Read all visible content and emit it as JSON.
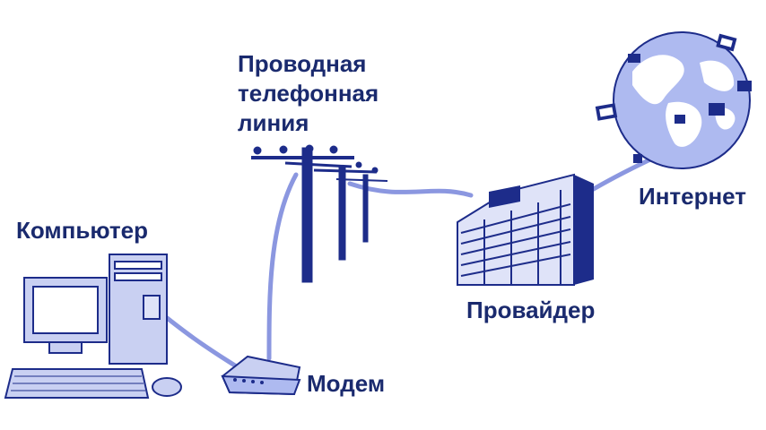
{
  "labels": {
    "computer": "Компьютер",
    "phone_line": [
      "Проводная",
      "телефонная",
      "линия"
    ],
    "modem": "Модем",
    "provider": "Провайдер",
    "internet": "Интернет"
  },
  "colors": {
    "label_text": "#1a2a6e",
    "device_fill": "#c9d0f2",
    "device_stroke": "#1d2c8a",
    "cable": "#8b97e0",
    "pole": "#1d2c8a",
    "building_light": "#dfe3f8",
    "building_dark": "#1d2c8a",
    "globe_fill": "#aebaf0",
    "globe_land": "#ffffff"
  },
  "icons": [
    "computer-icon",
    "modem-icon",
    "telephone-pole-icon",
    "provider-building-icon",
    "globe-icon"
  ]
}
